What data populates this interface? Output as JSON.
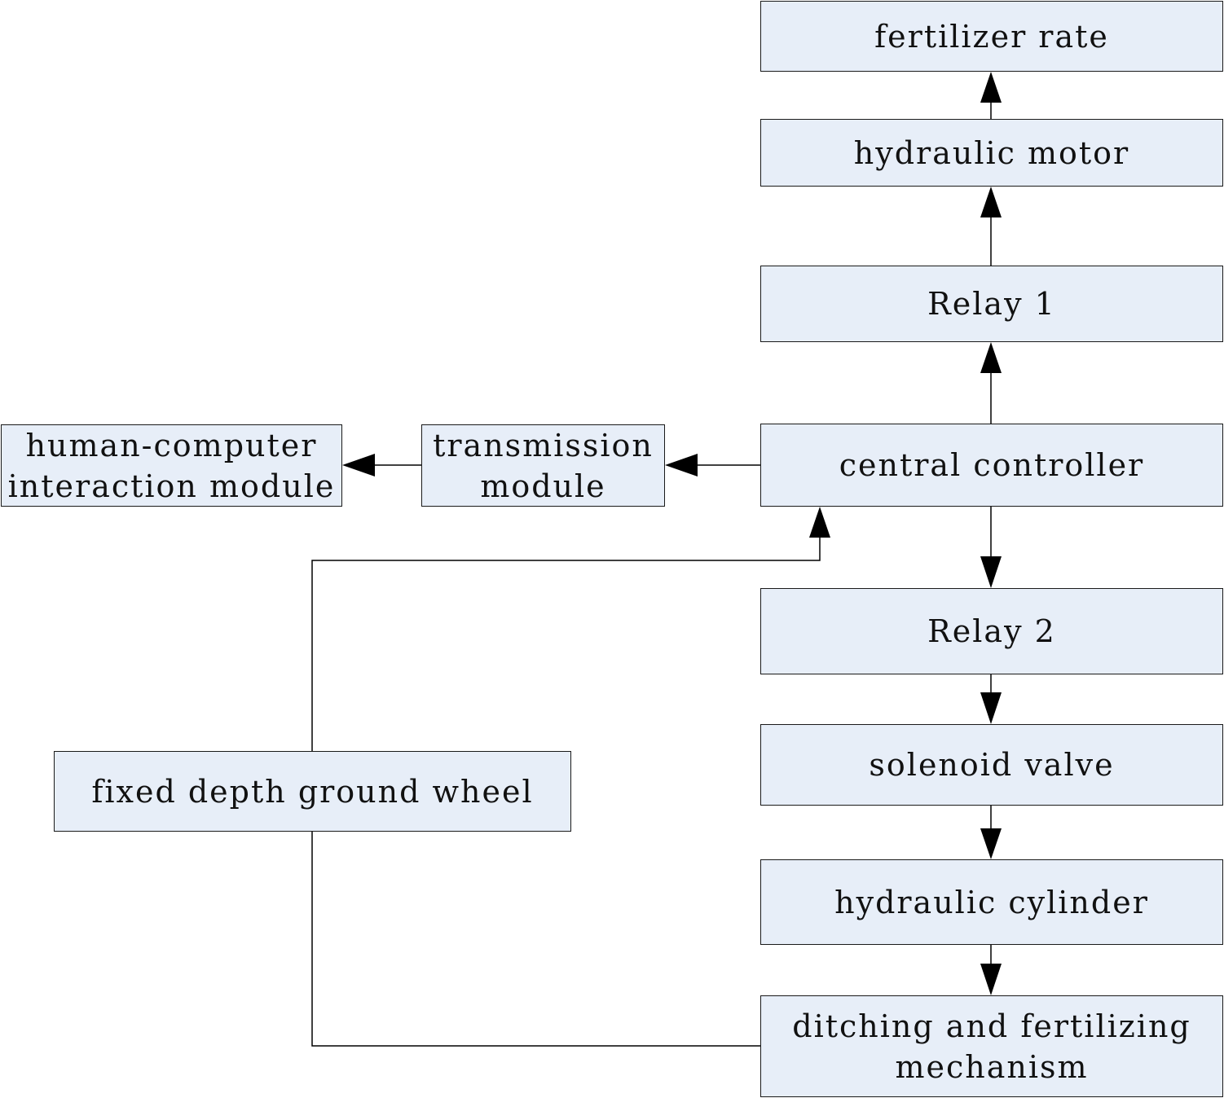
{
  "nodes": {
    "fertilizer_rate": "fertilizer rate",
    "hydraulic_motor": "hydraulic motor",
    "relay_1": "Relay 1",
    "central_controller": "central controller",
    "transmission_module": {
      "line1": "transmission",
      "line2": "module"
    },
    "hci_module": {
      "line1": "human-computer",
      "line2": "interaction module"
    },
    "relay_2": "Relay 2",
    "solenoid_valve": "solenoid valve",
    "hydraulic_cylinder": "hydraulic cylinder",
    "ditching_mechanism": {
      "line1": "ditching and fertilizing",
      "line2": "mechanism"
    },
    "ground_wheel": "fixed depth ground wheel"
  },
  "colors": {
    "node_fill": "#e7eef8",
    "stroke": "#000000"
  }
}
